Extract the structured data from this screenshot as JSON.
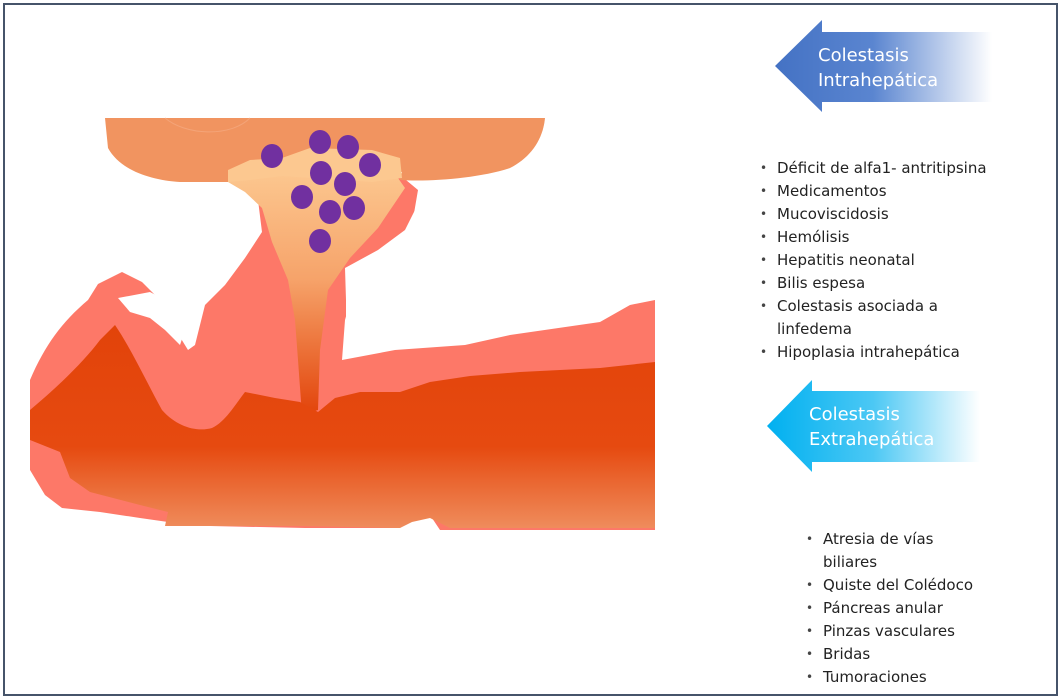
{
  "intrahepatic": {
    "heading_line1": "Colestasis",
    "heading_line2": "Intrahepática",
    "color": "#4472c4",
    "items": [
      "Déficit de alfa1- antritipsina",
      "Medicamentos",
      "Mucoviscidosis",
      "Hemólisis",
      "Hepatitis neonatal",
      "Bilis espesa",
      "Colestasis asociada a linfedema",
      "Hipoplasia intrahepática"
    ]
  },
  "extrahepatic": {
    "heading_line1": "Colestasis",
    "heading_line2": "Extrahepática",
    "color": "#00b0f0",
    "items": [
      "Atresia de vías biliares",
      "Quiste del Colédoco",
      "Páncreas anular",
      "Pinzas vasculares",
      "Bridas",
      "Tumoraciones"
    ]
  },
  "colors": {
    "cell": "#f19460",
    "duct_light": "#fcc48c",
    "tissue": "#fd7868",
    "vessel": "#e2430a",
    "bile_particle": "#7130a0",
    "frame_border": "#46546a"
  }
}
